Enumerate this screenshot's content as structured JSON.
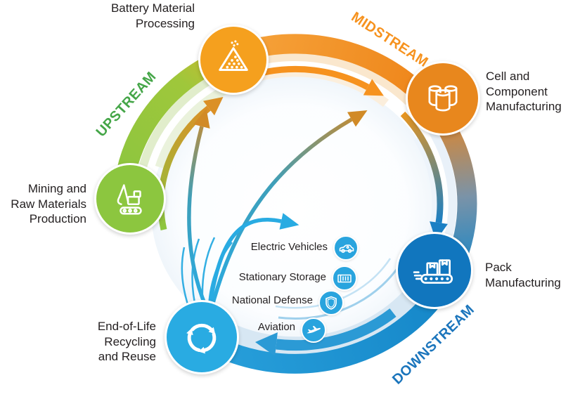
{
  "diagram": {
    "stages": [
      {
        "id": "mining",
        "lines": [
          "Mining and",
          "Raw Materials",
          "Production"
        ],
        "color": "#8CC63F",
        "icon": "excavator-icon"
      },
      {
        "id": "battery-material-processing",
        "lines": [
          "Battery Material",
          "Processing"
        ],
        "color": "#F5A01E",
        "icon": "material-pile-icon"
      },
      {
        "id": "cell-component-manufacturing",
        "lines": [
          "Cell and",
          "Component",
          "Manufacturing"
        ],
        "color": "#E8871D",
        "icon": "battery-cells-icon"
      },
      {
        "id": "pack-manufacturing",
        "lines": [
          "Pack",
          "Manufacturing"
        ],
        "color": "#1176BE",
        "icon": "conveyor-icon"
      },
      {
        "id": "end-of-life",
        "lines": [
          "End-of-Life",
          "Recycling",
          "and Reuse"
        ],
        "color": "#29ABE2",
        "icon": "recycle-icon"
      }
    ],
    "streams": {
      "upstream": {
        "label": "UPSTREAM",
        "color": "#45A648"
      },
      "midstream": {
        "label": "MIDSTREAM",
        "color": "#F6921E"
      },
      "downstream": {
        "label": "DOWNSTREAM",
        "color": "#1B75BC"
      }
    },
    "applications": [
      {
        "label": "Electric Vehicles",
        "icon": "car-icon",
        "color": "#29A4DE"
      },
      {
        "label": "Stationary Storage",
        "icon": "storage-container-icon",
        "color": "#29A4DE"
      },
      {
        "label": "National Defense",
        "icon": "shield-icon",
        "color": "#29A4DE"
      },
      {
        "label": "Aviation",
        "icon": "airplane-icon",
        "color": "#29A4DE"
      }
    ]
  }
}
